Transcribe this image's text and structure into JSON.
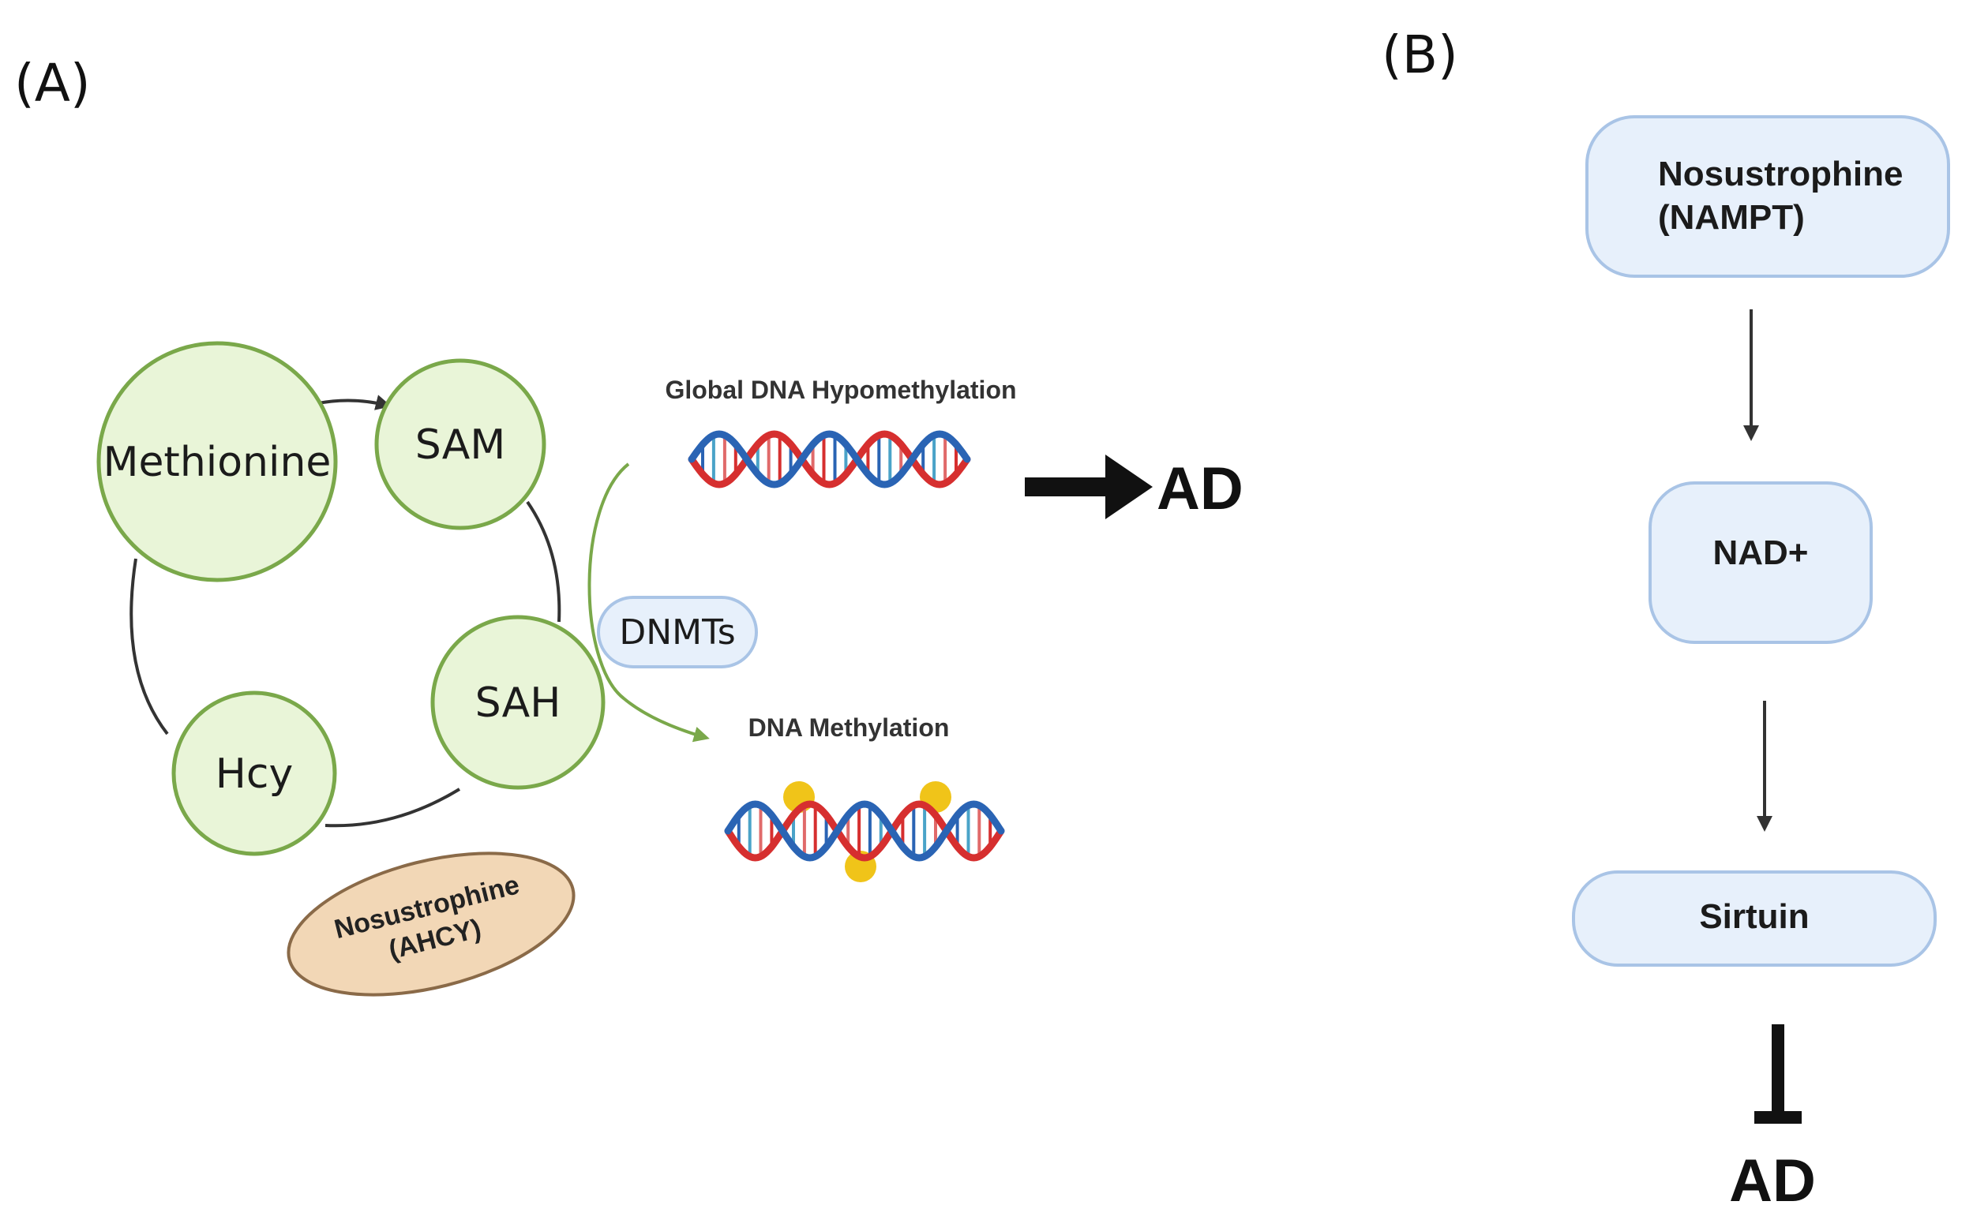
{
  "panel_a": {
    "label": "(A)",
    "nodes": {
      "methionine": "Methionine",
      "sam": "SAM",
      "sah": "SAH",
      "hcy": "Hcy"
    },
    "enzyme": {
      "line1": "Nosustrophine",
      "line2": "(AHCY)"
    },
    "dnmts": "DNMTs",
    "hypomethylation_label": "Global DNA Hypomethylation",
    "methylation_label": "DNA Methylation",
    "outcome": "AD"
  },
  "panel_b": {
    "label": "(B)",
    "nampt": {
      "line1": "Nosustrophine",
      "line2": "(NAMPT)"
    },
    "nad": "NAD+",
    "sirtuin": "Sirtuin",
    "outcome": "AD"
  },
  "colors": {
    "node_fill": "#e9f5d8",
    "node_stroke": "#7aa84a",
    "box_fill": "#e7f0fb",
    "box_stroke": "#a9c4e6",
    "enzyme_fill": "#f2d7b6",
    "dna_red": "#d62f2f",
    "dna_blue": "#2a64b4",
    "methyl_yellow": "#f0c419"
  }
}
